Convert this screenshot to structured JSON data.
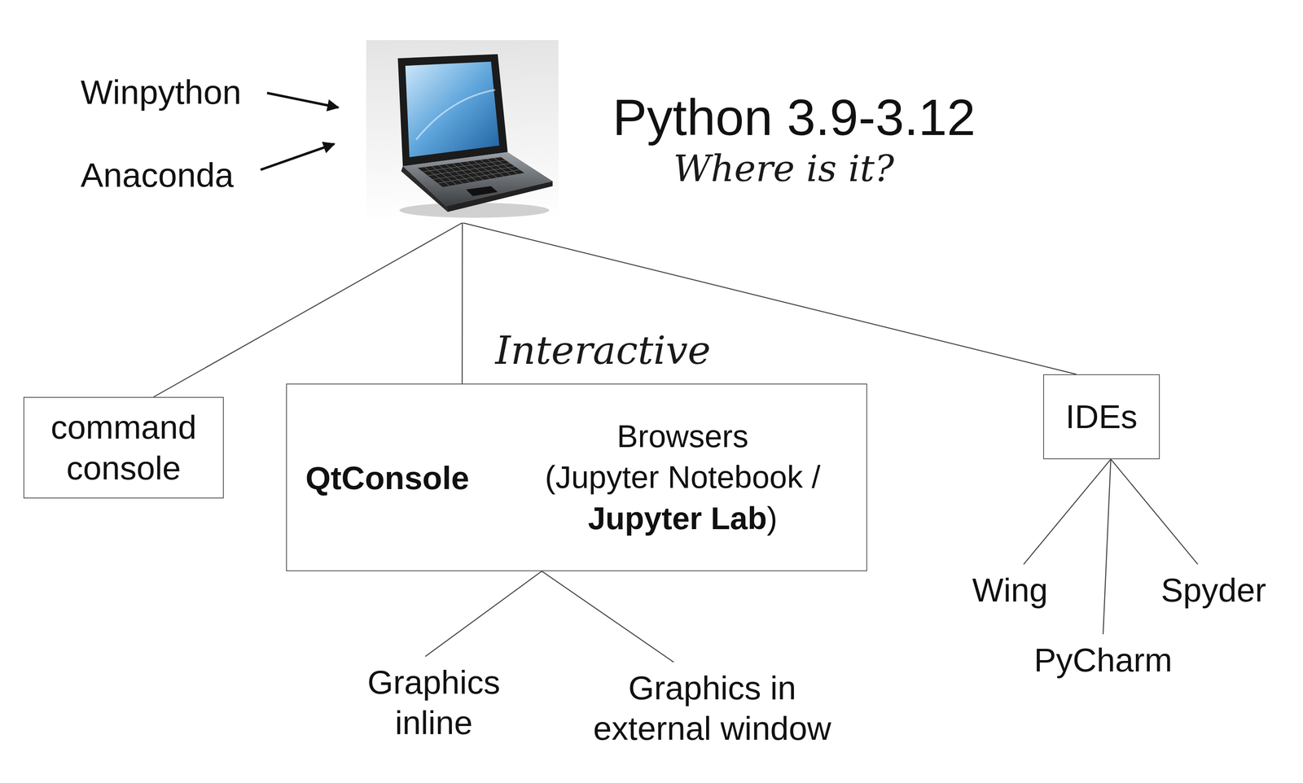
{
  "diagram": {
    "nodes": [
      {
        "text": [
          "Python 3.9-3.12",
          "Where is it?"
        ]
      },
      {
        "text": [
          "command console"
        ]
      },
      {
        "text": [
          "Interactive",
          "QtConsole",
          "Browsers (Jupyter Notebook / Jupyter Lab)"
        ]
      },
      {
        "text": [
          "IDEs"
        ]
      },
      {
        "text": [
          "Graphics inline"
        ]
      },
      {
        "text": [
          "Graphics in external window"
        ]
      },
      {
        "text": [
          "Wing"
        ]
      },
      {
        "text": [
          "PyCharm"
        ]
      },
      {
        "text": [
          "Spyder"
        ]
      }
    ],
    "edges": [
      {
        "from": 0,
        "to": 1,
        "arrow": "none"
      },
      {
        "from": 0,
        "to": 2,
        "arrow": "none"
      },
      {
        "from": 0,
        "to": 3,
        "arrow": "none"
      },
      {
        "from": 2,
        "to": 4,
        "arrow": "none"
      },
      {
        "from": 2,
        "to": 5,
        "arrow": "none"
      },
      {
        "from": 3,
        "to": 6,
        "arrow": "none"
      },
      {
        "from": 3,
        "to": 7,
        "arrow": "none"
      },
      {
        "from": 3,
        "to": 8,
        "arrow": "none"
      }
    ],
    "labels": [
      "Winpython",
      "Anaconda"
    ]
  }
}
